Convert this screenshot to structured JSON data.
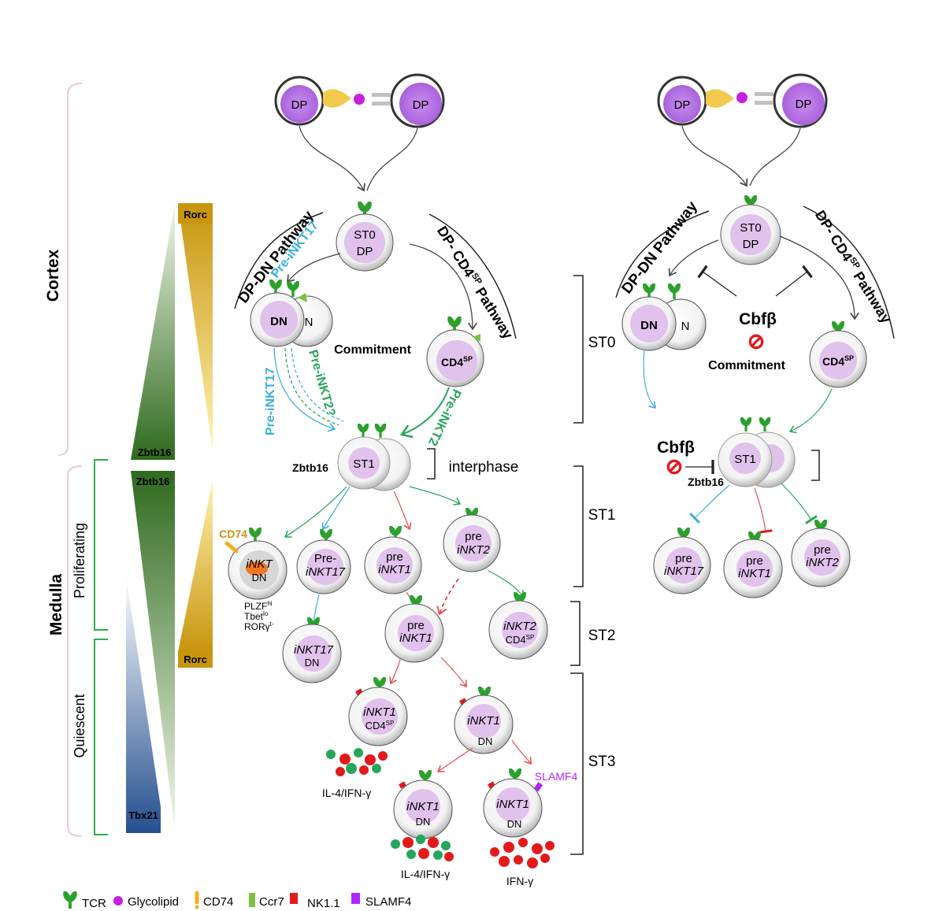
{
  "colors": {
    "tcr": "#2ca02c",
    "glycolipid": "#c81ee0",
    "cd74": "#f2b01e",
    "ccr7": "#7bc142",
    "nk11": "#e31a1c",
    "slamf4": "#b026ff",
    "cell_nucleus": "#e0c2ec",
    "dp_nucleus": "#b46ee0",
    "blue_arrow": "#3ab0d8",
    "green_arrow": "#26a65b",
    "red_arrow": "#e05050"
  },
  "left_axis": {
    "cortex": "Cortex",
    "medulla": "Medulla",
    "proliferating": "Proliferating",
    "quiescent": "Quiescent"
  },
  "gradients": {
    "rorc_top": "Rorc",
    "zbtb16_top": "Zbtb16",
    "zbtb16_bottom": "Zbtb16",
    "rorc_bottom": "Rorc",
    "tbx21": "Tbx21"
  },
  "left_diagram": {
    "dp1": "DP",
    "dp2": "DP",
    "st0_line1": "ST0",
    "st0_line2": "DP",
    "dn_pathway": "DP-DN Pathway",
    "cd4_pathway": "DP- CD4",
    "cd4_pathway_sup": "SP",
    "cd4_pathway_tail": " Pathway",
    "pre_inkt17_top": "Pre-iNKT17",
    "dn": "DN",
    "dn_back": "N",
    "commitment": "Commitment",
    "cd4sp": "CD4",
    "cd4sp_sup": "SP",
    "pre_inkt17_arrow": "Pre-iNKT17",
    "pre_inkt2_q": "Pre-iNKT2?",
    "pre_inkt2_arrow": "Pre-iNKT2",
    "st1": "ST1",
    "zbtb16": "Zbtb16",
    "interphase": "interphase",
    "cd74_label": "CD74",
    "inkt_dn_1": "iNKT",
    "inkt_dn_2": "DN",
    "plzf": "PLZF",
    "plzf_sup": "hi",
    "tbet": "Tbet",
    "tbet_sup": "lo",
    "rorgt": "RORγ",
    "rorgt_sup": "t-",
    "pre_inkt17_cell_1": "Pre-",
    "pre_inkt17_cell_2": "iNKT17",
    "pre_inkt1_cell_1": "pre",
    "pre_inkt1_cell_2": "iNKT1",
    "pre_inkt2_cell_1": "pre",
    "pre_inkt2_cell_2": "iNKT2",
    "inkt17_dn_1": "iNKT17",
    "inkt17_dn_2": "DN",
    "pre_inkt1_b_1": "pre",
    "pre_inkt1_b_2": "iNKT1",
    "inkt2_cd4_1": "iNKT2",
    "inkt2_cd4_2": "CD4",
    "inkt2_cd4_sup": "SP",
    "inkt1_cd4_1": "iNKT1",
    "inkt1_cd4_2": "CD4",
    "inkt1_cd4_sup": "SP",
    "inkt1_dn_1": "iNKT1",
    "inkt1_dn_2": "DN",
    "inkt1_dn_b_1": "iNKT1",
    "inkt1_dn_b_2": "DN",
    "inkt1_dn_c_1": "iNKT1",
    "inkt1_dn_c_2": "DN",
    "slamf4_label": "SLAMF4",
    "il4_ifng_1": "IL-4/IFN-γ",
    "il4_ifng_2": "IL-4/IFN-γ",
    "ifng": "IFN-γ"
  },
  "stages": {
    "st0": "ST0",
    "st1": "ST1",
    "st2": "ST2",
    "st3": "ST3"
  },
  "right_diagram": {
    "dp1": "DP",
    "dp2": "DP",
    "st0_line1": "ST0",
    "st0_line2": "DP",
    "dn_pathway": "DP-DN Pathway",
    "cd4_pathway": "DP- CD4",
    "cd4_pathway_sup": "SP",
    "cd4_pathway_tail": " Pathway",
    "dn": "DN",
    "dn_back": "N",
    "cbfb_top": "Cbfβ",
    "commitment": "Commitment",
    "cd4sp": "CD4",
    "cd4sp_sup": "SP",
    "cbfb_mid": "Cbfβ",
    "st1": "ST1",
    "zbtb16": "Zbtb16",
    "pre_inkt17_1": "pre",
    "pre_inkt17_2": "iNKT17",
    "pre_inkt1_1": "pre",
    "pre_inkt1_2": "iNKT1",
    "pre_inkt2_1": "pre",
    "pre_inkt2_2": "iNKT2"
  },
  "legend": {
    "tcr": "TCR",
    "glycolipid": "Glycolipid",
    "cd74": "CD74",
    "ccr7": "Ccr7",
    "nk11": "NK1.1",
    "slamf4": "SLAMF4"
  }
}
